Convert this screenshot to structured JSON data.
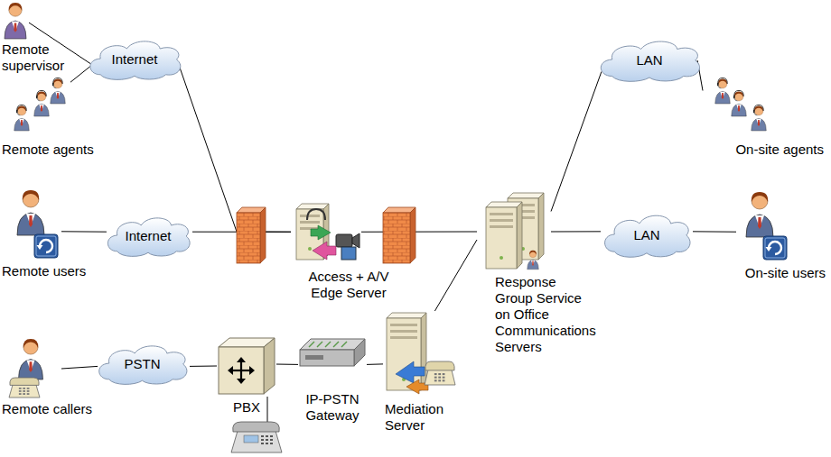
{
  "diagram": {
    "nodes": [
      {
        "text": [
          "Remote supervisor"
        ]
      },
      {
        "text": [
          "Internet"
        ]
      },
      {
        "text": [
          "Remote agents"
        ]
      },
      {
        "text": [
          "Remote users"
        ]
      },
      {
        "text": [
          "Internet"
        ]
      },
      {
        "text": [
          "Access + A/V Edge Server"
        ]
      },
      {
        "text": [
          "Remote callers"
        ]
      },
      {
        "text": [
          "PSTN"
        ]
      },
      {
        "text": [
          "PBX"
        ]
      },
      {
        "text": [
          "IP-PSTN Gateway"
        ]
      },
      {
        "text": [
          "Mediation Server"
        ]
      },
      {
        "text": [
          "Response Group Service on Office Communications Servers"
        ]
      },
      {
        "text": [
          "LAN"
        ]
      },
      {
        "text": [
          "On-site agents"
        ]
      },
      {
        "text": [
          "LAN"
        ]
      },
      {
        "text": [
          "On-site users"
        ]
      }
    ],
    "edges": [
      {
        "from": 0,
        "to": 1,
        "arrow": "none"
      },
      {
        "from": 2,
        "to": 1,
        "arrow": "none"
      },
      {
        "from": 1,
        "to": 5,
        "arrow": "none"
      },
      {
        "from": 3,
        "to": 4,
        "arrow": "none"
      },
      {
        "from": 4,
        "to": 5,
        "arrow": "none"
      },
      {
        "from": 5,
        "to": 11,
        "arrow": "none"
      },
      {
        "from": 6,
        "to": 7,
        "arrow": "none"
      },
      {
        "from": 7,
        "to": 8,
        "arrow": "none"
      },
      {
        "from": 8,
        "to": 9,
        "arrow": "none"
      },
      {
        "from": 9,
        "to": 10,
        "arrow": "none"
      },
      {
        "from": 10,
        "to": 11,
        "arrow": "none"
      },
      {
        "from": 11,
        "to": 12,
        "arrow": "none"
      },
      {
        "from": 12,
        "to": 13,
        "arrow": "none"
      },
      {
        "from": 11,
        "to": 14,
        "arrow": "none"
      },
      {
        "from": 14,
        "to": 15,
        "arrow": "none"
      }
    ]
  }
}
